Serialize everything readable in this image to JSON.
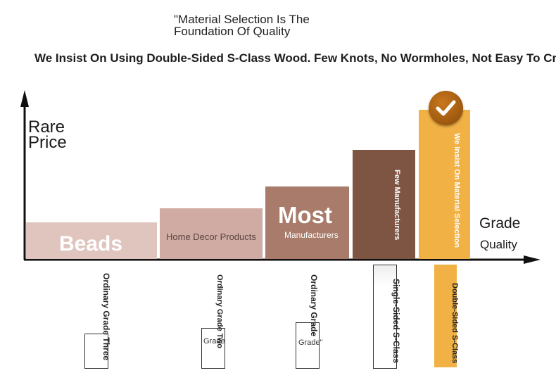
{
  "header": {
    "title_line1": "\"Material Selection Is The",
    "title_line2": "Foundation Of Quality",
    "subtitle": "We Insist On Using Double-Sided S-Class Wood. Few Knots, No Wormholes, Not Easy To Crack"
  },
  "axes": {
    "y_label_line1": "Rare",
    "y_label_line2": "Price",
    "x_label_line1": "Grade",
    "x_label_line2": "Quality"
  },
  "colors": {
    "bar1": "#e0c5bf",
    "bar2": "#cfaba3",
    "bar3": "#a87b6a",
    "bar4": "#7e5543",
    "bar5": "#f2b144",
    "check_badge": "#a85e12"
  },
  "chart_data": {
    "type": "bar",
    "categories": [
      "Ordinary Grade Three",
      "Ordinary Grade Two",
      "Ordinary Grade",
      "Single-Sided S-Class",
      "Double-Sided S-Class"
    ],
    "values": [
      1,
      1.4,
      2,
      3,
      4.1
    ],
    "bar_labels": [
      "Beads",
      "Home Decor Products",
      "Most",
      "Few Manufacturers",
      "We Insist On Material Selection"
    ],
    "bar_sublabels": [
      "",
      "",
      "Manufacturers",
      "",
      ""
    ],
    "box_labels": [
      "",
      "Grade",
      "Grade\"",
      "",
      ""
    ],
    "ylim": [
      0,
      4.6
    ],
    "xlabel": "Grade Quality",
    "ylabel": "Rare Price"
  }
}
